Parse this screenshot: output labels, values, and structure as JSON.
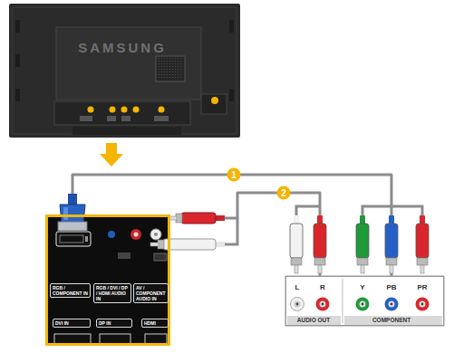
{
  "diagram": {
    "nodes": [
      {},
      {
        "text": [
          "RGB / COMPONENT IN"
        ],
        "in": 0
      },
      {
        "text": [
          "RGB / DVI / DP / HDMI AUDIO IN"
        ],
        "in": 0
      },
      {
        "text": [
          "AV / COMPONENT AUDIO IN"
        ],
        "in": 0
      },
      {
        "text": [
          "DVI IN"
        ],
        "in": 0
      },
      {
        "text": [
          "DP IN"
        ],
        "in": 0
      },
      {
        "text": [
          "HDMI"
        ],
        "in": 0
      },
      {},
      {
        "text": [
          "L",
          "R",
          "AUDIO OUT"
        ],
        "in": 7
      },
      {
        "text": [
          "Y",
          "PB",
          "PR",
          "COMPONENT"
        ],
        "in": 7
      }
    ],
    "edges": [
      {
        "from": 0,
        "to": 9,
        "arrow": "none"
      },
      {
        "from": 0,
        "to": 8,
        "arrow": "none"
      }
    ],
    "labels": [
      "SAMSUNG",
      "1",
      "2"
    ]
  }
}
